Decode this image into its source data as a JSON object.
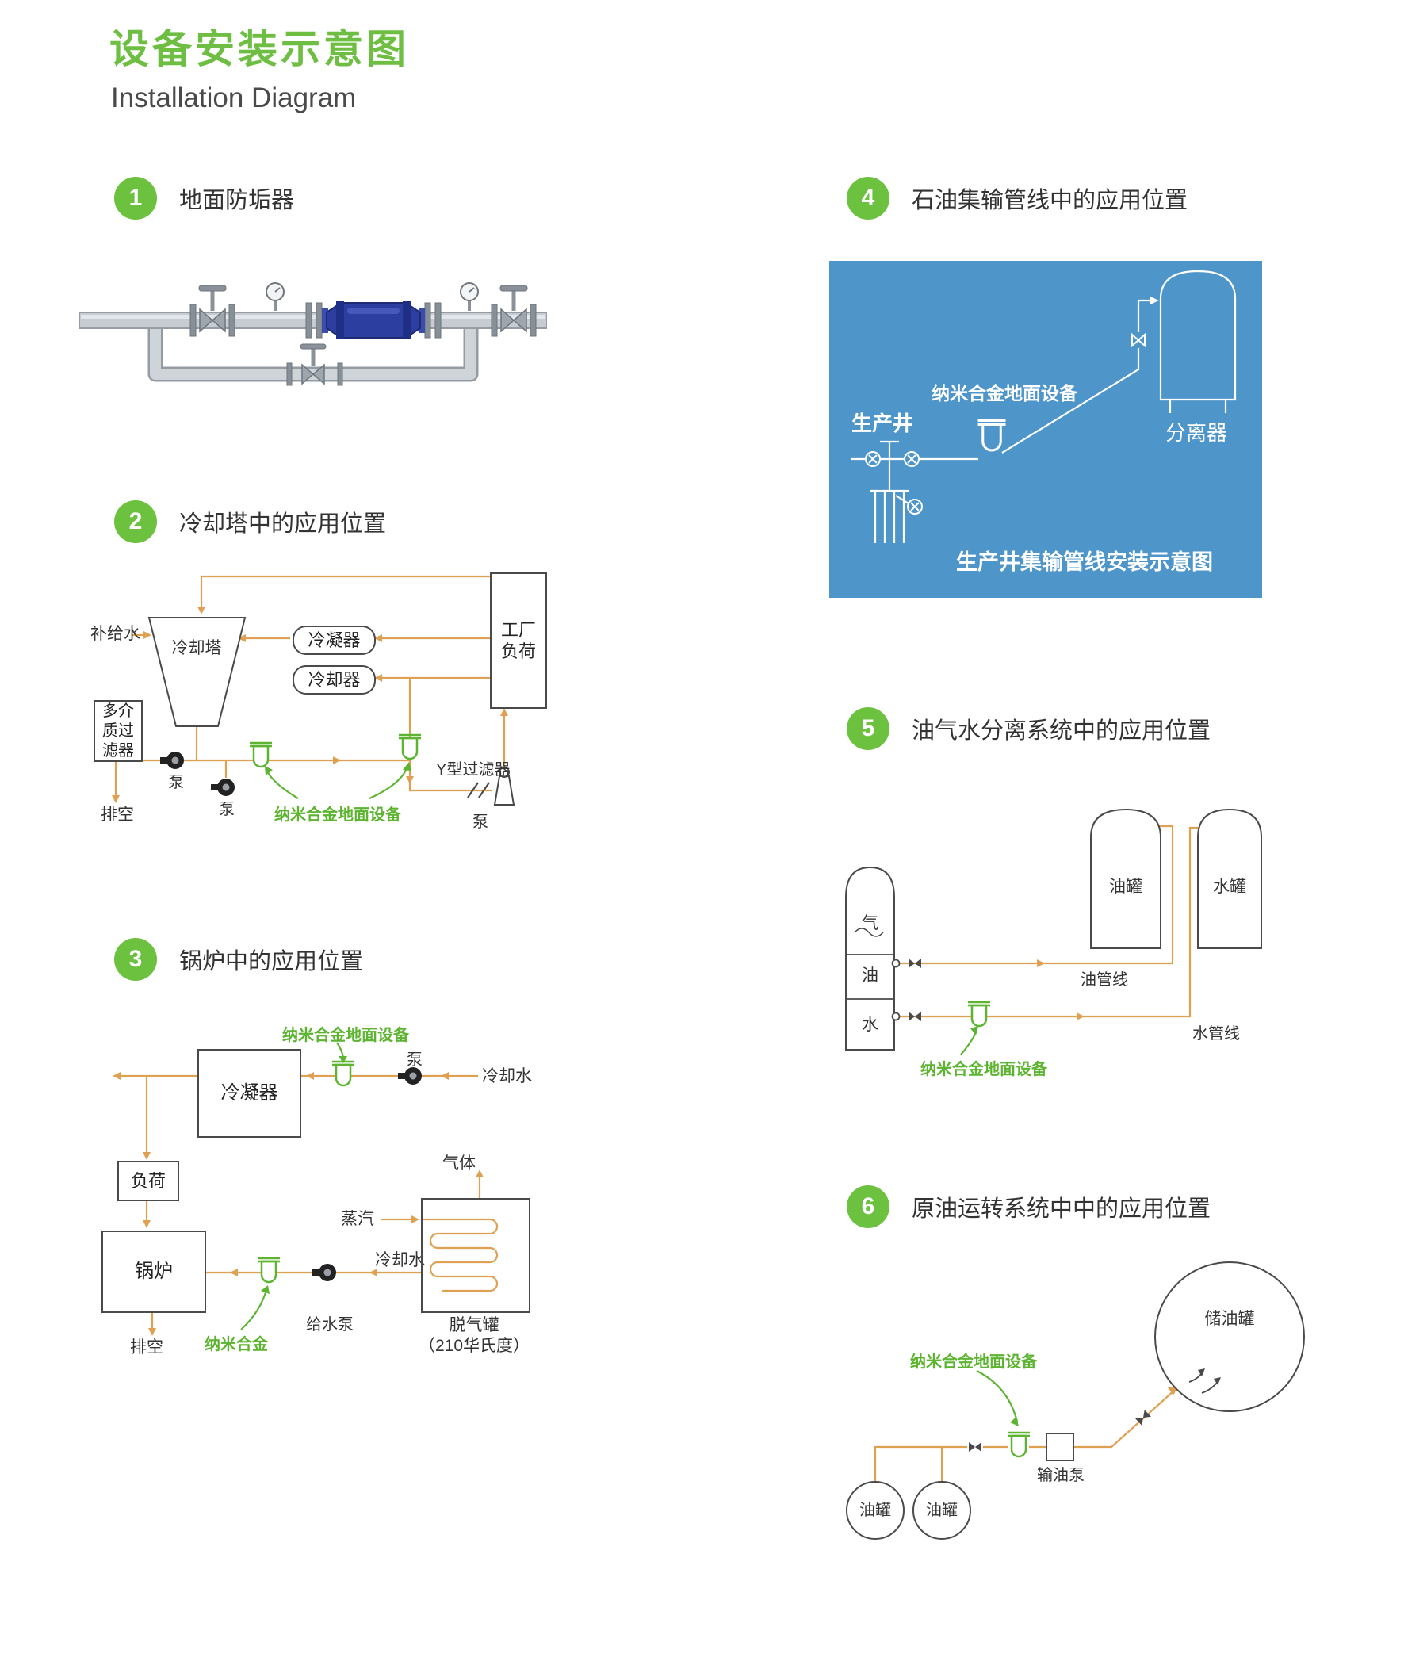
{
  "page": {
    "title": "设备安装示意图",
    "subtitle": "Installation Diagram"
  },
  "colors": {
    "accent_green": "#6fbe44",
    "badge_green": "#6cc13e",
    "nano_label_green": "#5cb430",
    "flow_orange": "#e0a052",
    "photo_blue": "#4e95c9",
    "device_blue": "#2c3e9f"
  },
  "sections": {
    "s1": {
      "num": "1",
      "title": "地面防垢器"
    },
    "s2": {
      "num": "2",
      "title": "冷却塔中的应用位置",
      "labels": {
        "makeup_water": "补给水",
        "cooling_tower": "冷却塔",
        "condenser": "冷凝器",
        "cooler": "冷却器",
        "factory_load": "工厂\n负荷",
        "media_filter": "多介\n质过\n滤器",
        "drain": "排空",
        "pump1": "泵",
        "pump2": "泵",
        "pump3": "泵",
        "nano_device": "纳米合金地面设备",
        "y_filter": "Y型过滤器"
      }
    },
    "s3": {
      "num": "3",
      "title": "锅炉中的应用位置",
      "labels": {
        "nano_device": "纳米合金地面设备",
        "condenser": "冷凝器",
        "pump": "泵",
        "cooling_water_in": "冷却水",
        "load": "负荷",
        "boiler": "锅炉",
        "drain": "排空",
        "nano_alloy": "纳米合金",
        "feed_pump": "给水泵",
        "steam": "蒸汽",
        "gas": "气体",
        "cooling_water": "冷却水",
        "degasser": "脱气罐\n（210华氏度）"
      }
    },
    "s4": {
      "num": "4",
      "title": "石油集输管线中的应用位置",
      "labels": {
        "nano_device": "纳米合金地面设备",
        "production_well": "生产井",
        "separator": "分离器",
        "caption": "生产井集输管线安装示意图"
      }
    },
    "s5": {
      "num": "5",
      "title": "油气水分离系统中的应用位置",
      "labels": {
        "gas": "气",
        "oil": "油",
        "water": "水",
        "oil_tank": "油罐",
        "water_tank": "水罐",
        "oil_line": "油管线",
        "water_line": "水管线",
        "nano_device": "纳米合金地面设备"
      }
    },
    "s6": {
      "num": "6",
      "title": "原油运转系统中中的应用位置",
      "labels": {
        "nano_device": "纳米合金地面设备",
        "storage_tank": "储油罐",
        "transfer_pump": "输油泵",
        "oil_tank1": "油罐",
        "oil_tank2": "油罐"
      }
    }
  }
}
